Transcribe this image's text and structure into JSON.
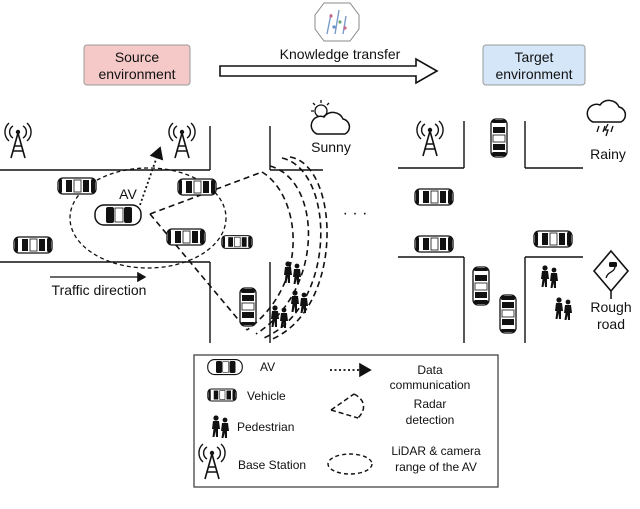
{
  "colors": {
    "source_fill": "#f6c9c9",
    "target_fill": "#d4e6f8",
    "line": "#111111"
  },
  "source": {
    "label_line1": "Source",
    "label_line2": "environment"
  },
  "target": {
    "label_line1": "Target",
    "label_line2": "environment"
  },
  "transfer": {
    "label": "Knowledge transfer"
  },
  "source_scene": {
    "av_label": "AV",
    "weather_label": "Sunny",
    "traffic_label": "Traffic direction",
    "ellipsis": "· · ·"
  },
  "target_scene": {
    "weather_label": "Rainy",
    "road_line1": "Rough",
    "road_line2": "road"
  },
  "legend": {
    "av": "AV",
    "vehicle": "Vehicle",
    "pedestrian": "Pedestrian",
    "base_station": "Base Station",
    "data_comm_line1": "Data",
    "data_comm_line2": "communication",
    "radar_line1": "Radar",
    "radar_line2": "detection",
    "lidar_line1": "LiDAR & camera",
    "lidar_line2": "range of the AV"
  },
  "icons": [
    "brain-icon",
    "cloud-icon",
    "rain-cloud-icon",
    "base-station-icon",
    "car-icon",
    "pedestrian-icon",
    "rough-road-sign-icon"
  ]
}
